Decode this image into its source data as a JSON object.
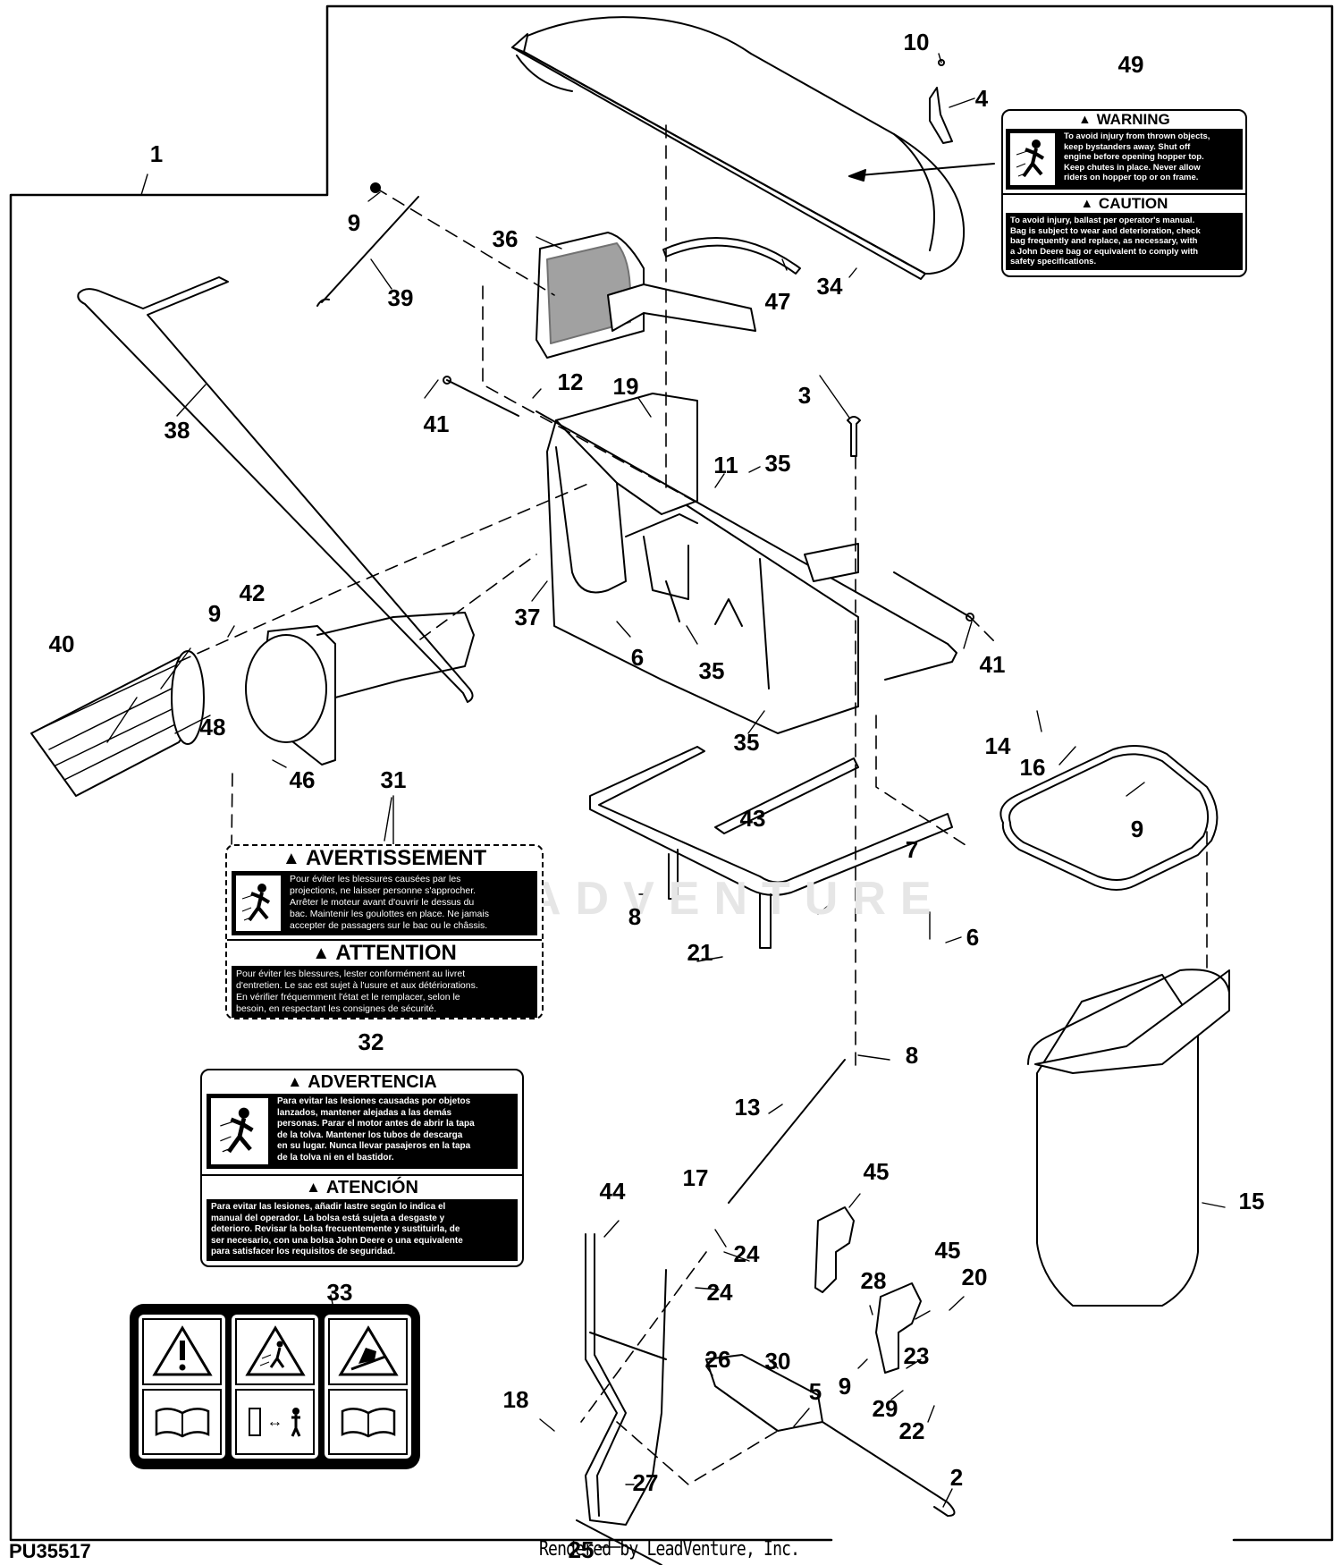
{
  "diagram": {
    "figure_id": "PU35517",
    "rendered_by": "Rendered by LeadVenture, Inc.",
    "watermark": "ADVENTURE",
    "callouts": [
      {
        "id": "c1",
        "text": "1"
      },
      {
        "id": "c2",
        "text": "2"
      },
      {
        "id": "c3",
        "text": "3"
      },
      {
        "id": "c4",
        "text": "4"
      },
      {
        "id": "c5",
        "text": "5"
      },
      {
        "id": "c6a",
        "text": "6"
      },
      {
        "id": "c6b",
        "text": "6"
      },
      {
        "id": "c7",
        "text": "7"
      },
      {
        "id": "c8a",
        "text": "8"
      },
      {
        "id": "c8b",
        "text": "8"
      },
      {
        "id": "c9a",
        "text": "9"
      },
      {
        "id": "c9b",
        "text": "9"
      },
      {
        "id": "c9c",
        "text": "9"
      },
      {
        "id": "c9d",
        "text": "9"
      },
      {
        "id": "c10",
        "text": "10"
      },
      {
        "id": "c11",
        "text": "11"
      },
      {
        "id": "c12",
        "text": "12"
      },
      {
        "id": "c13",
        "text": "13"
      },
      {
        "id": "c14",
        "text": "14"
      },
      {
        "id": "c15",
        "text": "15"
      },
      {
        "id": "c16",
        "text": "16"
      },
      {
        "id": "c17",
        "text": "17"
      },
      {
        "id": "c18",
        "text": "18"
      },
      {
        "id": "c19",
        "text": "19"
      },
      {
        "id": "c20",
        "text": "20"
      },
      {
        "id": "c21",
        "text": "21"
      },
      {
        "id": "c22",
        "text": "22"
      },
      {
        "id": "c23",
        "text": "23"
      },
      {
        "id": "c24a",
        "text": "24"
      },
      {
        "id": "c24b",
        "text": "24"
      },
      {
        "id": "c25",
        "text": "25"
      },
      {
        "id": "c26",
        "text": "26"
      },
      {
        "id": "c27",
        "text": "27"
      },
      {
        "id": "c28",
        "text": "28"
      },
      {
        "id": "c29",
        "text": "29"
      },
      {
        "id": "c30",
        "text": "30"
      },
      {
        "id": "c31",
        "text": "31"
      },
      {
        "id": "c32",
        "text": "32"
      },
      {
        "id": "c33",
        "text": "33"
      },
      {
        "id": "c34",
        "text": "34"
      },
      {
        "id": "c35a",
        "text": "35"
      },
      {
        "id": "c35b",
        "text": "35"
      },
      {
        "id": "c35c",
        "text": "35"
      },
      {
        "id": "c36",
        "text": "36"
      },
      {
        "id": "c37",
        "text": "37"
      },
      {
        "id": "c38",
        "text": "38"
      },
      {
        "id": "c39",
        "text": "39"
      },
      {
        "id": "c40",
        "text": "40"
      },
      {
        "id": "c41a",
        "text": "41"
      },
      {
        "id": "c41b",
        "text": "41"
      },
      {
        "id": "c42",
        "text": "42"
      },
      {
        "id": "c43",
        "text": "43"
      },
      {
        "id": "c44",
        "text": "44"
      },
      {
        "id": "c45a",
        "text": "45"
      },
      {
        "id": "c45b",
        "text": "45"
      },
      {
        "id": "c46",
        "text": "46"
      },
      {
        "id": "c47",
        "text": "47"
      },
      {
        "id": "c48",
        "text": "48"
      },
      {
        "id": "c49",
        "text": "49"
      }
    ]
  },
  "labels": {
    "en": {
      "warning_title": "WARNING",
      "warning_lines": [
        "To avoid injury from thrown objects,",
        "keep bystanders away. Shut off",
        "engine before opening hopper top.",
        "Keep chutes in place. Never allow",
        "riders on hopper top or on frame."
      ],
      "caution_title": "CAUTION",
      "caution_lines": [
        "To avoid injury, ballast per operator's manual.",
        "Bag is subject to wear and deterioration, check",
        "bag frequently and replace, as necessary, with",
        "a John Deere bag or equivalent to comply with",
        "safety specifications."
      ]
    },
    "fr": {
      "warning_title": "AVERTISSEMENT",
      "warning_lines": [
        "Pour éviter les blessures causées par les",
        "projections, ne laisser personne s'approcher.",
        "Arrêter le moteur avant d'ouvrir le dessus du",
        "bac. Maintenir les goulottes en place. Ne jamais",
        "accepter de passagers sur le bac ou le châssis."
      ],
      "caution_title": "ATTENTION",
      "caution_lines": [
        "Pour éviter les blessures, lester conformément au livret",
        "d'entretien. Le sac est sujet à l'usure et aux détériorations.",
        "En vérifier fréquemment l'état et le remplacer, selon le",
        "besoin, en respectant les consignes de sécurité."
      ]
    },
    "es": {
      "warning_title": "ADVERTENCIA",
      "warning_lines": [
        "Para evitar las lesiones causadas por objetos",
        "lanzados, mantener alejadas a las demás",
        "personas. Parar el motor antes de abrir la tapa",
        "de la tolva. Mantener los tubos de descarga",
        "en su lugar. Nunca llevar pasajeros en la tapa",
        "de la tolva ni en el bastidor."
      ],
      "caution_title": "ATENCIÓN",
      "caution_lines": [
        "Para evitar las lesiones, añadir lastre según lo indica el",
        "manual del operador. La bolsa está sujeta a desgaste y",
        "deterioro. Revisar la bolsa frecuentemente y sustituirla, de",
        "ser necesario, con una bolsa John Deere o una equivalente",
        "para satisfacer los requisitos de seguridad."
      ]
    },
    "pictorial": {
      "icons": [
        "warning-exclamation-icon",
        "thrown-objects-icon",
        "rollover-slope-icon",
        "manual-book-icon",
        "keep-distance-icon",
        "manual-book-icon"
      ],
      "distance_arrow": "↔"
    }
  }
}
